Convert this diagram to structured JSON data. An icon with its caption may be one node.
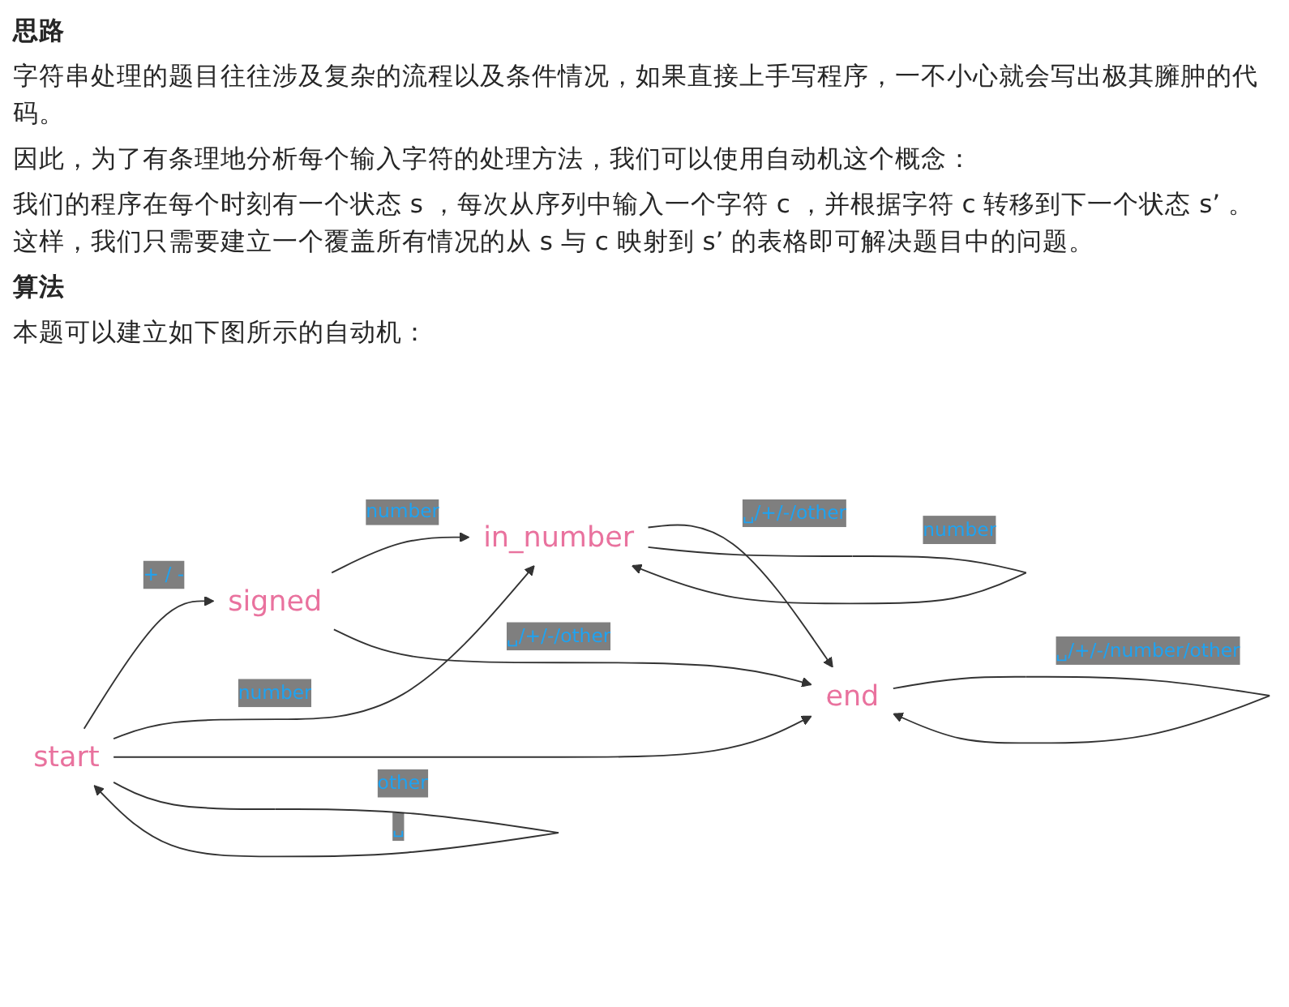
{
  "diagram": {
    "nodes": [
      {
        "text": [
          "start"
        ]
      },
      {
        "text": [
          "signed"
        ]
      },
      {
        "text": [
          "in_number"
        ]
      },
      {
        "text": [
          "end"
        ]
      }
    ],
    "edges": [
      {
        "from": 0,
        "to": 1,
        "arrow": "to",
        "label": "+ / -"
      },
      {
        "from": 1,
        "to": 2,
        "arrow": "to",
        "label": "number"
      },
      {
        "from": 0,
        "to": 2,
        "arrow": "to",
        "label": "number"
      },
      {
        "from": 1,
        "to": 3,
        "arrow": "to",
        "label": "␣/+/-/other"
      },
      {
        "from": 0,
        "to": 3,
        "arrow": "to",
        "label": "other"
      },
      {
        "from": 2,
        "to": 3,
        "arrow": "to",
        "label": "␣/+/-/other"
      },
      {
        "from": 0,
        "to": 0,
        "arrow": "to",
        "label": "␣"
      },
      {
        "from": 2,
        "to": 2,
        "arrow": "to",
        "label": "number"
      },
      {
        "from": 3,
        "to": 3,
        "arrow": "to",
        "label": "␣/+/-/number/other"
      }
    ],
    "labels": [
      "思路",
      "字符串处理的题目往往涉及复杂的流程以及条件情况，如果直接上手写程序，一不小心就会写出极其臃肿的代码。",
      "因此，为了有条理地分析每个输入字符的处理方法，我们可以使用自动机这个概念：",
      "我们的程序在每个时刻有一个状态 s ，每次从序列中输入一个字符 c ，并根据字符 c 转移到下一个状态 s’ 。这样，我们只需要建立一个覆盖所有情况的从 s 与 c 映射到 s’ 的表格即可解决题目中的问题。",
      "算法",
      "本题可以建立如下图所示的自动机："
    ]
  }
}
